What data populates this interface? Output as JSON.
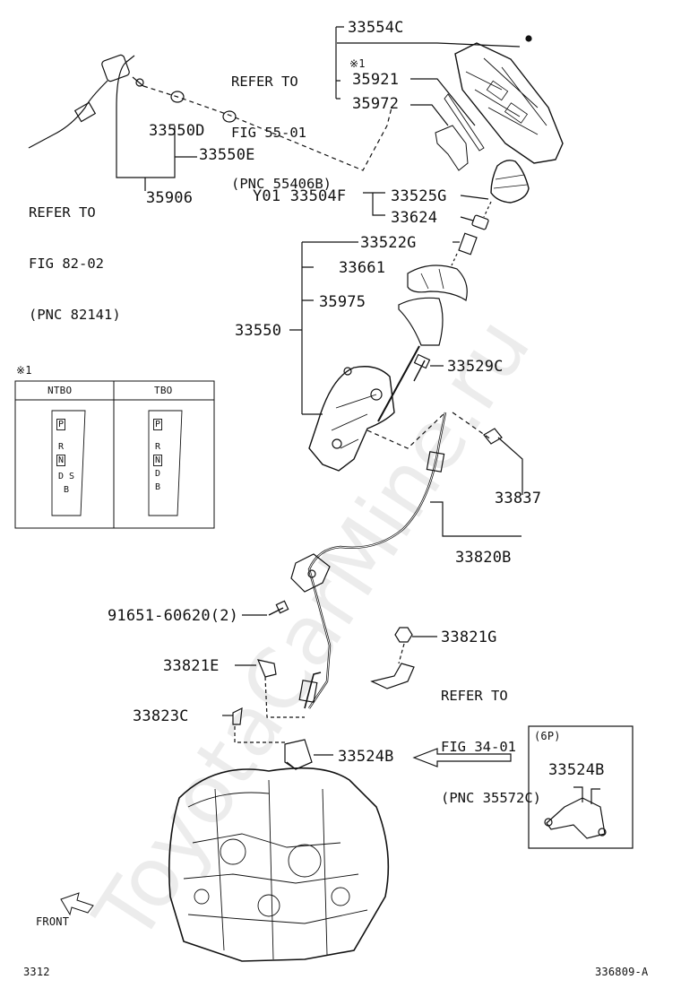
{
  "watermark": "ToyotaCarMine.ru",
  "refs": {
    "fig55": [
      "REFER TO",
      "FIG 55-01",
      "(PNC 55406B)"
    ],
    "fig82": [
      "REFER TO",
      "FIG 82-02",
      "(PNC 82141)"
    ],
    "fig34": [
      "REFER TO",
      "FIG 34-01",
      "(PNC 35572C)"
    ]
  },
  "parts": {
    "p33554C": "33554C",
    "p35921": "35921",
    "p35972": "35972",
    "p33550D": "33550D",
    "p33550E": "33550E",
    "p35906": "35906",
    "p33504F": "Y01 33504F",
    "p33525G": "33525G",
    "p33624": "33624",
    "p33522G": "33522G",
    "p33661": "33661",
    "p35975": "35975",
    "p33550": "33550",
    "p33529C": "33529C",
    "p33837": "33837",
    "p33820B": "33820B",
    "p91651": "91651-60620(2)",
    "p33821G": "33821G",
    "p33821E": "33821E",
    "p33823C": "33823C",
    "p33524B": "33524B",
    "p33524B_inset": "33524B"
  },
  "note_mark": "※1",
  "gate_table": {
    "mark": "※1",
    "columns": [
      "NTBO",
      "TBO"
    ],
    "ntbo_positions": [
      "P",
      "R",
      "N",
      "D",
      "S",
      "B"
    ],
    "tbo_positions": [
      "P",
      "R",
      "N",
      "D",
      "B"
    ]
  },
  "inset_label": "(6P)",
  "front_label": "FRONT",
  "footer_left": "3312",
  "footer_right": "336809-A"
}
